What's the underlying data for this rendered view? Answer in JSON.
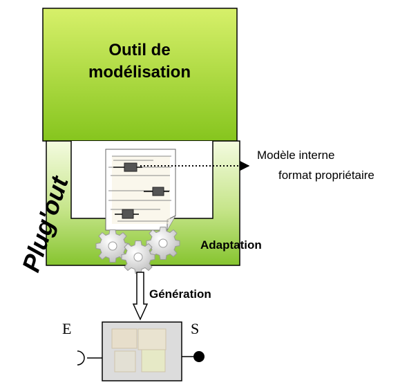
{
  "modeling_tool": {
    "line1": "Outil de",
    "line2": "modélisation"
  },
  "plugout_label": "Plug'out",
  "internal_model": {
    "line1": "Modèle interne",
    "line2": "format propriétaire"
  },
  "adaptation_label": "Adaptation",
  "generation_label": "Génération",
  "component": {
    "input_label": "E",
    "output_label": "S"
  },
  "colors": {
    "tool_fill_top": "#d7f06a",
    "tool_fill_bottom": "#86c51e",
    "plugout_fill_top": "#f2fbd8",
    "plugout_fill_bottom": "#8bc934",
    "gear": "#dcdcdc",
    "component_fill": "#d9d9d9"
  }
}
